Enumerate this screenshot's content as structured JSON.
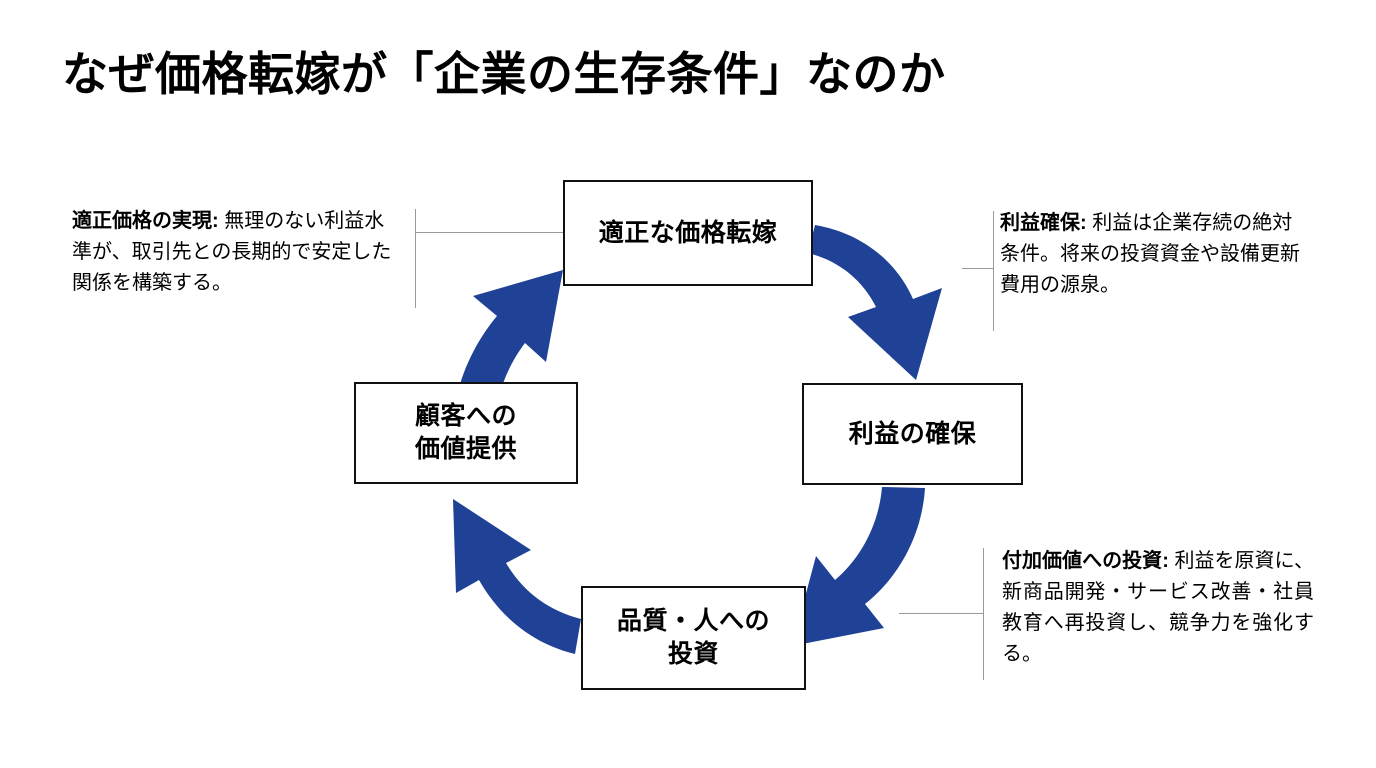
{
  "page": {
    "title": "なぜ価格転嫁が「企業の生存条件」なのか",
    "background_color": "#ffffff"
  },
  "theme": {
    "arrow_color": "#1f4296",
    "box_border_color": "#111111",
    "leader_line_color": "#9a9a9a",
    "text_color": "#000000"
  },
  "diagram": {
    "type": "cycle",
    "nodes": [
      {
        "id": "top",
        "label": "適正な価格転嫁",
        "position": "top"
      },
      {
        "id": "right",
        "label": "利益の確保",
        "position": "right"
      },
      {
        "id": "bottom",
        "label": "品質・人への\n投資",
        "position": "bottom"
      },
      {
        "id": "left",
        "label": "顧客への\n価値提供",
        "position": "left"
      }
    ],
    "arrows": [
      {
        "from": "top",
        "to": "right",
        "direction": "clockwise"
      },
      {
        "from": "right",
        "to": "bottom",
        "direction": "clockwise"
      },
      {
        "from": "bottom",
        "to": "left",
        "direction": "clockwise"
      },
      {
        "from": "left",
        "to": "top",
        "direction": "clockwise"
      }
    ]
  },
  "annotations": {
    "left": {
      "title": "適正価格の実現:",
      "body": " 無理のない利益水準が、取引先との長期的で安定した関係を構築する。",
      "attached_to": "top"
    },
    "top_right": {
      "title": "利益確保:",
      "body": " 利益は企業存続の絶対条件。将来の投資資金や設備更新費用の源泉。",
      "attached_to": "right"
    },
    "bottom_right": {
      "title": "付加価値への投資:",
      "body": " 利益を原資に、新商品開発・サービス改善・社員教育へ再投資し、競争力を強化する。",
      "attached_to": "bottom"
    }
  }
}
